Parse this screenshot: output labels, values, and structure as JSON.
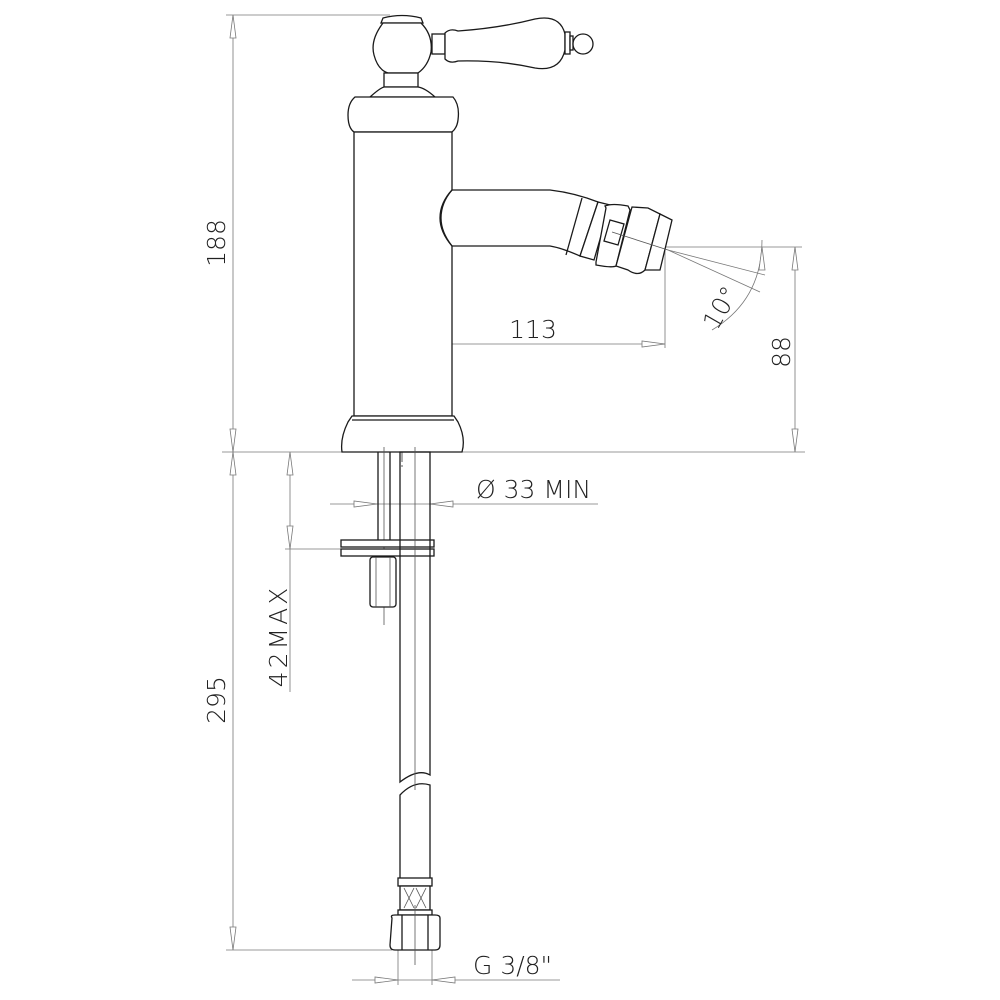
{
  "drawing": {
    "title": "Bidet mixer technical drawing - side elevation",
    "subject": "single-lever bidet tap with swivel aerator and flexible hoses",
    "line_color": "#1a1a1a",
    "dimension_color": "#777777",
    "background": "#ffffff"
  },
  "dimensions": {
    "total_height_above_deck": {
      "label": "188",
      "orientation": "vertical"
    },
    "spout_reach": {
      "label": "113",
      "orientation": "horizontal"
    },
    "spout_height": {
      "label": "88",
      "orientation": "vertical"
    },
    "aerator_angle": {
      "label": "10°",
      "orientation": "angled"
    },
    "hole_diameter": {
      "label": "Ø 33  MIN",
      "orientation": "horizontal"
    },
    "max_deck_thickness": {
      "label": "42MAX",
      "orientation": "vertical"
    },
    "hose_length": {
      "label": "295",
      "orientation": "vertical"
    },
    "hose_thread": {
      "label": "G  3/8\"",
      "orientation": "horizontal"
    }
  },
  "parts": [
    {
      "name": "lever-handle"
    },
    {
      "name": "cartridge-dome"
    },
    {
      "name": "body-cap"
    },
    {
      "name": "body-column"
    },
    {
      "name": "spout"
    },
    {
      "name": "swivel-aerator"
    },
    {
      "name": "base-collar"
    },
    {
      "name": "threaded-stud"
    },
    {
      "name": "fixing-washers"
    },
    {
      "name": "fixing-nut"
    },
    {
      "name": "braided-hose"
    },
    {
      "name": "hose-hex-nut"
    }
  ]
}
